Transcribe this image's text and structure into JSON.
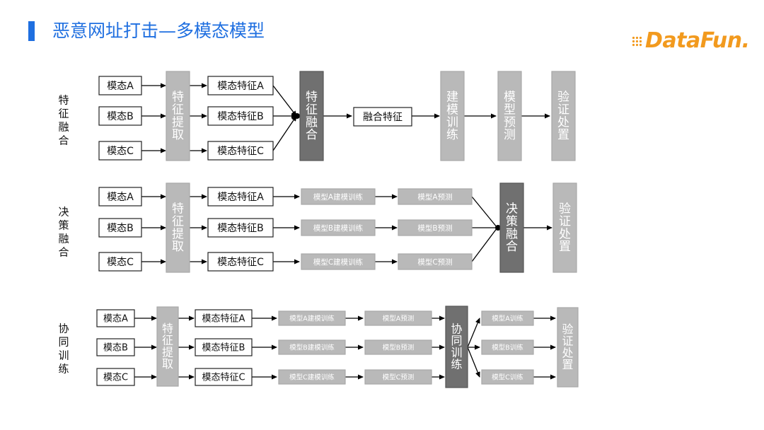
{
  "header": {
    "title": "恶意网址打击—多模态模型"
  },
  "logo": {
    "text": "DataFun."
  },
  "sections": [
    {
      "label": "特征融合",
      "inputs": [
        "模态A",
        "模态B",
        "模态C"
      ],
      "extract": "特征提取",
      "features": [
        "模态特征A",
        "模态特征B",
        "模态特征C"
      ],
      "fusion": "特征融合",
      "fused": "融合特征",
      "train": "建模训练",
      "predict": "模型预测",
      "action": "验证处置"
    },
    {
      "label": "决策融合",
      "inputs": [
        "模态A",
        "模态B",
        "模态C"
      ],
      "extract": "特征提取",
      "features": [
        "模态特征A",
        "模态特征B",
        "模态特征C"
      ],
      "trains": [
        "模型A建模训练",
        "模型B建模训练",
        "模型C建模训练"
      ],
      "predicts": [
        "模型A预测",
        "模型B预测",
        "模型C预测"
      ],
      "fusion": "决策融合",
      "action": "验证处置"
    },
    {
      "label": "协同训练",
      "inputs": [
        "模态A",
        "模态B",
        "模态C"
      ],
      "extract": "特征提取",
      "features": [
        "模态特征A",
        "模态特征B",
        "模态特征C"
      ],
      "trains": [
        "模型A建模训练",
        "模型B建模训练",
        "模型C建模训练"
      ],
      "predicts": [
        "模型A预测",
        "模型B预测",
        "模型C预测"
      ],
      "cotrain": "协同训练",
      "retrains": [
        "模型A训练",
        "模型B训练",
        "模型C训练"
      ],
      "action": "验证处置"
    }
  ],
  "colors": {
    "title": "#1f6fe0",
    "logo": "#f29a1e",
    "light_box": "#b9b9b9",
    "dark_box": "#707070"
  }
}
